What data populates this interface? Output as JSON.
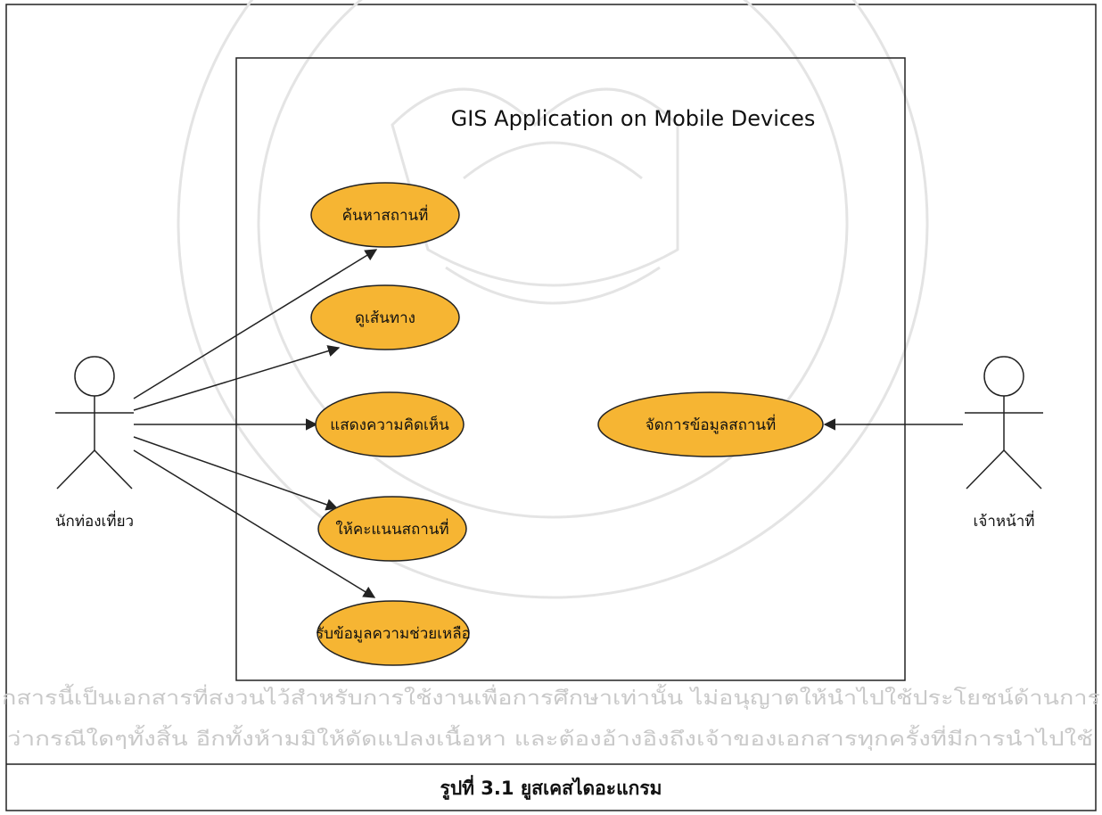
{
  "system": {
    "title": "GIS Application on Mobile Devices"
  },
  "actors": [
    {
      "id": "tourist",
      "label": "นักท่องเที่ยว"
    },
    {
      "id": "staff",
      "label": "เจ้าหน้าที่"
    }
  ],
  "use_cases": [
    {
      "id": "uc1",
      "label": "ค้นหาสถานที่"
    },
    {
      "id": "uc2",
      "label": "ดูเส้นทาง"
    },
    {
      "id": "uc3",
      "label": "แสดงความคิดเห็น"
    },
    {
      "id": "uc4",
      "label": "ให้คะแนนสถานที่"
    },
    {
      "id": "uc5",
      "label": "รับข้อมูลความช่วยเหลือ"
    },
    {
      "id": "uc6",
      "label": "จัดการข้อมูลสถานที่"
    }
  ],
  "associations": [
    {
      "from": "tourist",
      "to": "uc1"
    },
    {
      "from": "tourist",
      "to": "uc2"
    },
    {
      "from": "tourist",
      "to": "uc3"
    },
    {
      "from": "tourist",
      "to": "uc4"
    },
    {
      "from": "tourist",
      "to": "uc5"
    },
    {
      "from": "staff",
      "to": "uc6"
    }
  ],
  "disclaimer": {
    "line1": "กสารนี้เป็นเอกสารที่สงวนไว้สำหรับการใช้งานเพื่อการศึกษาเท่านั้น ไม่อนุญาตให้นำไปใช้ประโยชน์ด้านการ",
    "line2": "ว่ากรณีใดๆทั้งสิ้น อีกทั้งห้ามมิให้ดัดแปลงเนื้อหา และต้องอ้างอิงถึงเจ้าของเอกสารทุกครั้งที่มีการนำไปใช้"
  },
  "caption": "รูปที่ 3.1 ยูสเคสไดอะแกรม",
  "colors": {
    "use_case_fill": "#f6b533",
    "stroke": "#222222"
  }
}
